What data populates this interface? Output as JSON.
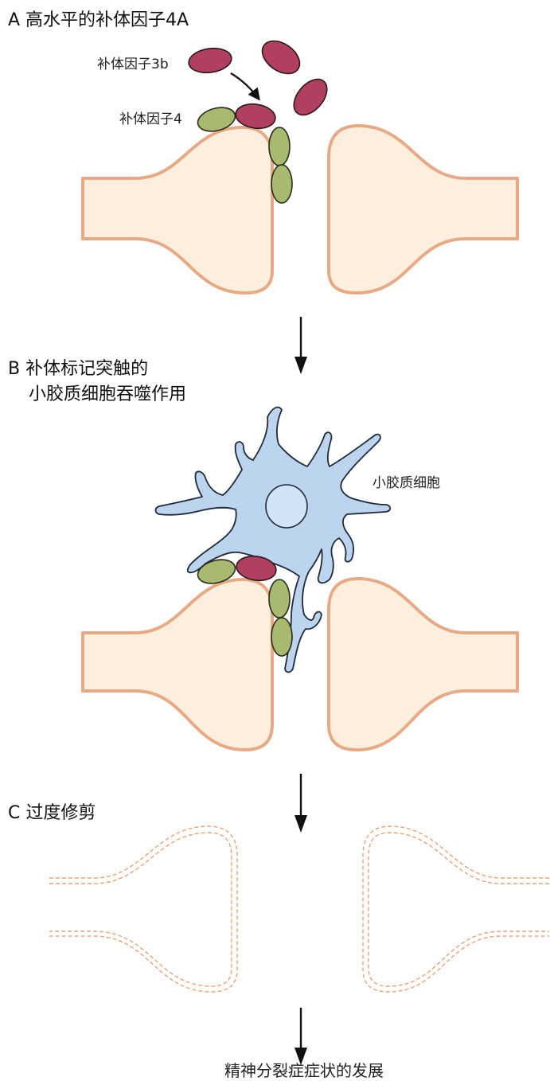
{
  "panels": {
    "a": {
      "title": "A  高水平的补体因子4A"
    },
    "b": {
      "title_line1": "B  补体标记突触的",
      "title_line2": "小胶质细胞吞噬作用"
    },
    "c": {
      "title": "C  过度修剪"
    }
  },
  "labels": {
    "c3b": "补体因子3b",
    "c4": "补体因子4",
    "microglia": "小胶质细胞",
    "outcome": "精神分裂症症状的发展"
  },
  "colors": {
    "synapse_fill": "#fdefde",
    "synapse_outline": "#e6ab86",
    "complement_3b": "#b13f60",
    "complement_4": "#a8b970",
    "microglia": "#bcd4ee"
  }
}
